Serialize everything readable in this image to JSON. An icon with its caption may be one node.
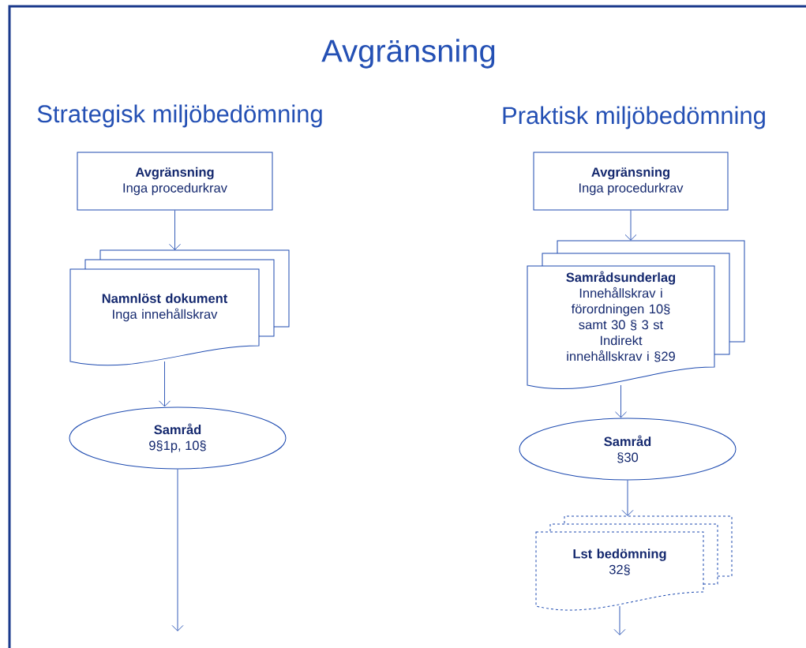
{
  "diagram": {
    "title": "Avgränsning",
    "nodes": [
      {
        "text": [
          "Avgränsning",
          "Inga procedurkrav"
        ]
      },
      {
        "text": [
          "Namnlöst dokument",
          "Inga innehållskrav"
        ]
      },
      {
        "text": [
          "Samråd",
          "9§1p, 10§"
        ]
      },
      {
        "text": [
          "Avgränsning",
          "Inga procedurkrav"
        ]
      },
      {
        "text": [
          "Samrådsunderlag",
          "Innehållskrav i förordningen 10§ samt 30 § 3 st",
          "Indirekt innehållskrav i §29"
        ]
      },
      {
        "text": [
          "Samråd",
          "§30"
        ]
      },
      {
        "text": [
          "Lst bedömning",
          "32§"
        ]
      }
    ],
    "edges": [
      {
        "from": 0,
        "to": 1,
        "arrow": "to"
      },
      {
        "from": 1,
        "to": 2,
        "arrow": "to"
      },
      {
        "from": 2,
        "to": null,
        "arrow": "to"
      },
      {
        "from": 3,
        "to": 4,
        "arrow": "to"
      },
      {
        "from": 4,
        "to": 5,
        "arrow": "to"
      },
      {
        "from": 5,
        "to": 6,
        "arrow": "to"
      },
      {
        "from": 6,
        "to": null,
        "arrow": "to"
      }
    ],
    "labels": [
      "Strategisk miljöbedömning",
      "Praktisk miljöbedömning"
    ]
  }
}
